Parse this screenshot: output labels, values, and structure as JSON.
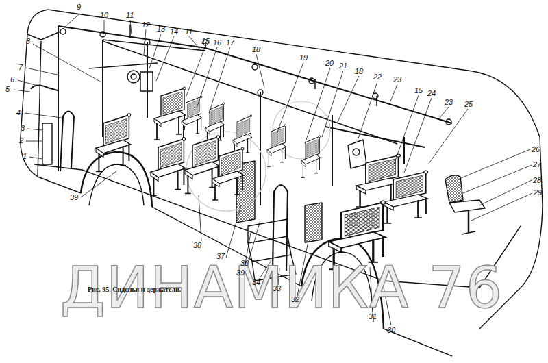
{
  "diagram": {
    "caption": "Рис. 95. Сиденья и держатели.",
    "labels": [
      "9",
      "10",
      "11",
      "12",
      "13",
      "14",
      "11",
      "15",
      "16",
      "17",
      "18",
      "8",
      "7",
      "6",
      "5",
      "4",
      "3",
      "2",
      "1",
      "19",
      "20",
      "21",
      "18",
      "22",
      "23",
      "15",
      "24",
      "23",
      "25",
      "26",
      "27",
      "28",
      "29",
      "39",
      "38",
      "37",
      "36",
      "39",
      "34",
      "33",
      "32",
      "31",
      "30",
      "ДИНАМИКА 76"
    ]
  }
}
